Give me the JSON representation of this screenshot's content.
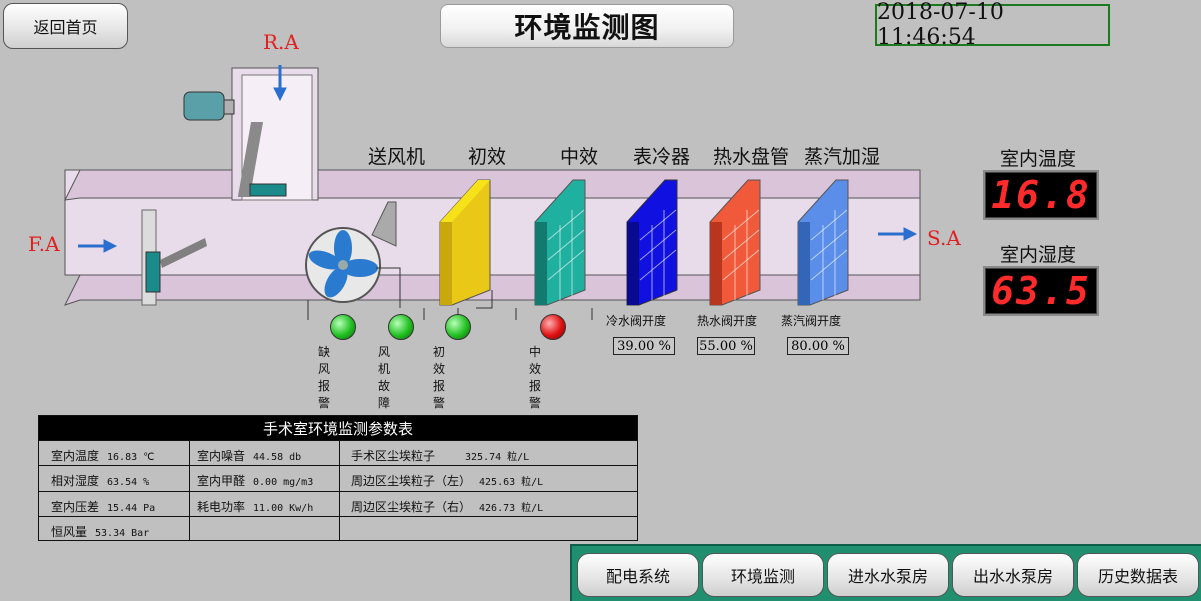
{
  "header": {
    "back_label": "返回首页",
    "title": "环境监测图",
    "datetime": "2018-07-10 11:46:54"
  },
  "diagram": {
    "return_air_label": "R.A",
    "fresh_air_label": "F.A",
    "supply_air_label": "S.A",
    "sections": {
      "fan": "送风机",
      "primary_filter": "初效",
      "medium_filter": "中效",
      "surface_cooler": "表冷器",
      "hot_water_coil": "热水盘管",
      "steam_humidifier": "蒸汽加湿"
    },
    "alarms": [
      {
        "label": "缺风报警",
        "state": "ok"
      },
      {
        "label": "风机故障",
        "state": "ok"
      },
      {
        "label": "初效报警",
        "state": "ok"
      },
      {
        "label": "中效报警",
        "state": "alarm"
      }
    ],
    "valves": [
      {
        "label": "冷水阀开度",
        "value": "39.00 %"
      },
      {
        "label": "热水阀开度",
        "value": "55.00 %"
      },
      {
        "label": "蒸汽阀开度",
        "value": "80.00 %"
      }
    ],
    "colors": {
      "ok": "#22c022",
      "alarm": "#e01010",
      "primary": "#f7e21a",
      "medium": "#20b0a0",
      "cooler": "#1010e0",
      "hot": "#f05a3a",
      "steam": "#5a8ee8"
    }
  },
  "readouts": {
    "temperature_label": "室内温度",
    "temperature_value": "16.8",
    "humidity_label": "室内湿度",
    "humidity_value": "63.5"
  },
  "table": {
    "title": "手术室环境监测参数表",
    "col1": [
      {
        "label": "室内温度",
        "value": "16.83 ℃"
      },
      {
        "label": "相对湿度",
        "value": "63.54 %"
      },
      {
        "label": "室内压差",
        "value": "15.44 Pa"
      },
      {
        "label": "恒风量",
        "value": "53.34 Bar"
      }
    ],
    "col2": [
      {
        "label": "室内噪音",
        "value": "44.58 db"
      },
      {
        "label": "室内甲醛",
        "value": "0.00 mg/m3"
      },
      {
        "label": "耗电功率",
        "value": "11.00 Kw/h"
      }
    ],
    "col3": [
      {
        "label": "手术区尘埃粒子",
        "value": "325.74 粒/L"
      },
      {
        "label": "周边区尘埃粒子（左）",
        "value": "425.63 粒/L"
      },
      {
        "label": "周边区尘埃粒子（右）",
        "value": "426.73 粒/L"
      }
    ]
  },
  "nav": [
    {
      "label": "配电系统"
    },
    {
      "label": "环境监测"
    },
    {
      "label": "进水水泵房"
    },
    {
      "label": "出水水泵房"
    },
    {
      "label": "历史数据表"
    }
  ]
}
